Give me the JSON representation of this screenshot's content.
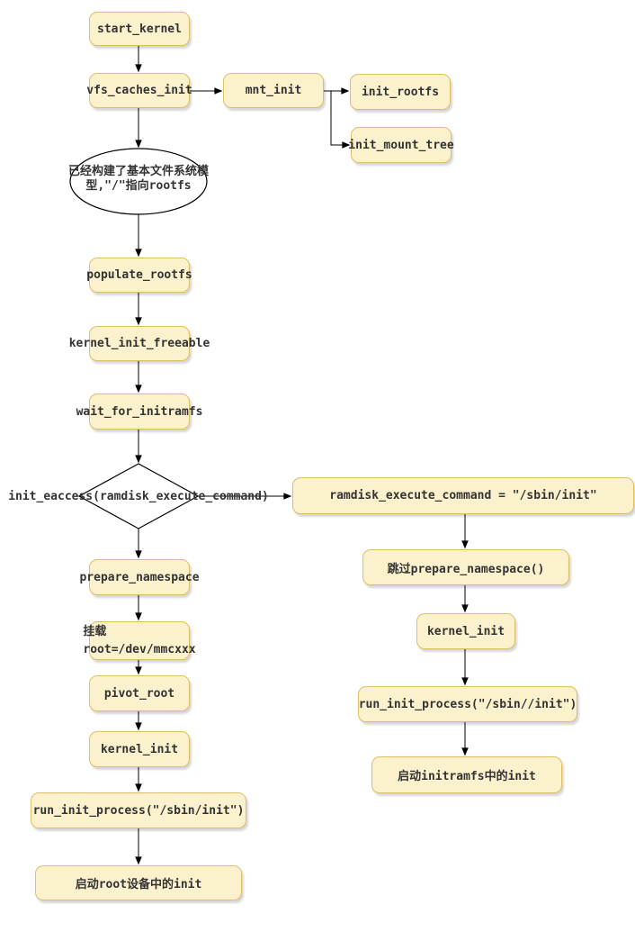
{
  "diagram": {
    "colors": {
      "background": "#ffffff",
      "node_fill": "#fcf1cd",
      "node_border": "#e0be66",
      "shape_fill": "#ffffff",
      "shape_border": "#000000",
      "edge": "#000000",
      "text": "#333333"
    },
    "nodes": {
      "start_kernel": {
        "label": "start_kernel"
      },
      "vfs_caches_init": {
        "label": "vfs_caches_init"
      },
      "mnt_init": {
        "label": "mnt_init"
      },
      "init_rootfs": {
        "label": "init_rootfs"
      },
      "init_mount_tree": {
        "label": "init_mount_tree"
      },
      "rootfs_state": {
        "line1": "已经构建了基本文件系统模",
        "line2": "型,\"/\"指向rootfs"
      },
      "populate_rootfs": {
        "label": "populate_rootfs"
      },
      "kernel_init_freeable": {
        "label": "kernel_init_freeable"
      },
      "wait_for_initramfs": {
        "label": "wait_for_initramfs"
      },
      "decision": {
        "label": "init_eaccess(ramdisk_execute_command)"
      },
      "ramdisk_cmd": {
        "label": "ramdisk_execute_command = \"/sbin/init\""
      },
      "skip_prepare_namespace": {
        "label": "跳过prepare_namespace()"
      },
      "kernel_init_right": {
        "label": "kernel_init"
      },
      "run_init_process_right": {
        "label": "run_init_process(\"/sbin//init\")"
      },
      "start_initramfs_init": {
        "label": "启动initramfs中的init"
      },
      "prepare_namespace": {
        "label": "prepare_namespace"
      },
      "mount_root": {
        "line1": "挂载",
        "line2": "root=/dev/mmcxxx"
      },
      "pivot_root": {
        "label": "pivot_root"
      },
      "kernel_init_left": {
        "label": "kernel_init"
      },
      "run_init_process_left": {
        "label": "run_init_process(\"/sbin/init\")"
      },
      "start_root_init": {
        "label": "启动root设备中的init"
      }
    }
  }
}
